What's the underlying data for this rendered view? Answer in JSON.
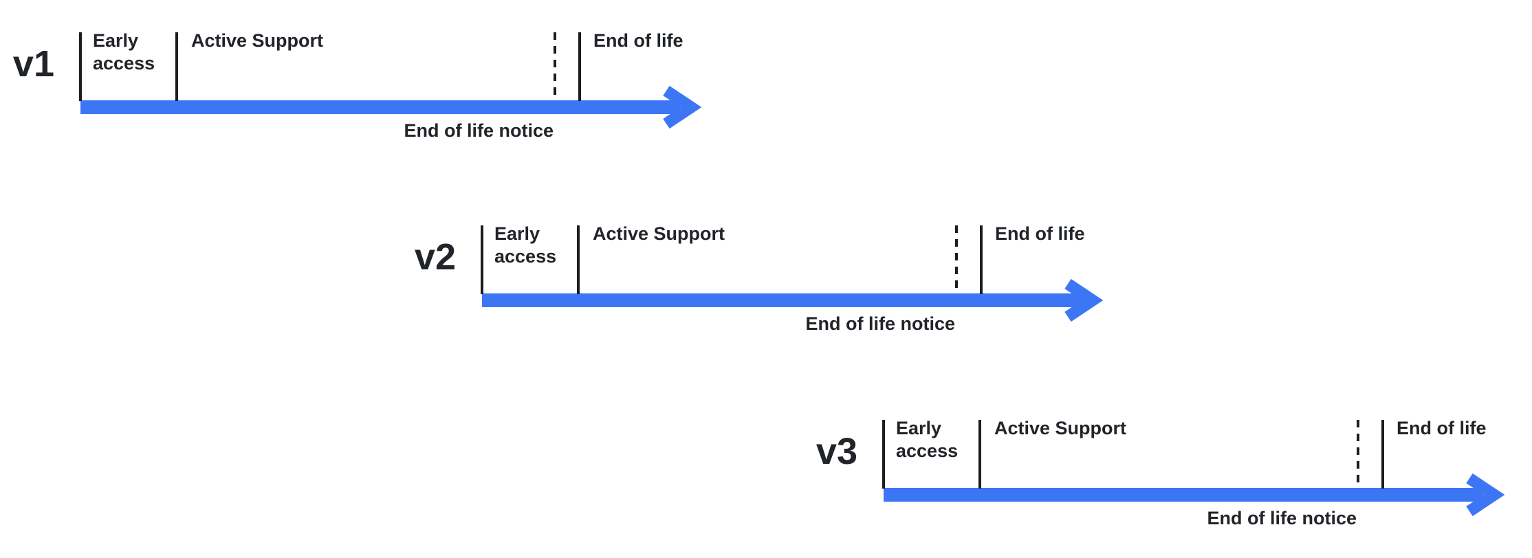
{
  "diagram": {
    "description": "Version lifecycle timelines",
    "colors": {
      "arrow_blue": "#3D76F5",
      "text_dark": "#212429",
      "tick_dark": "#1A1D21",
      "background": "#FFFFFF"
    },
    "icons": {
      "arrow": "right-arrow"
    },
    "rows": [
      {
        "version": "v1",
        "early_access_label": "Early access",
        "active_support_label": "Active Support",
        "end_of_life_label": "End of life",
        "end_of_life_notice_label": "End of life notice"
      },
      {
        "version": "v2",
        "early_access_label": "Early access",
        "active_support_label": "Active Support",
        "end_of_life_label": "End of life",
        "end_of_life_notice_label": "End of life notice"
      },
      {
        "version": "v3",
        "early_access_label": "Early access",
        "active_support_label": "Active Support",
        "end_of_life_label": "End of life",
        "end_of_life_notice_label": "End of life notice"
      }
    ]
  }
}
